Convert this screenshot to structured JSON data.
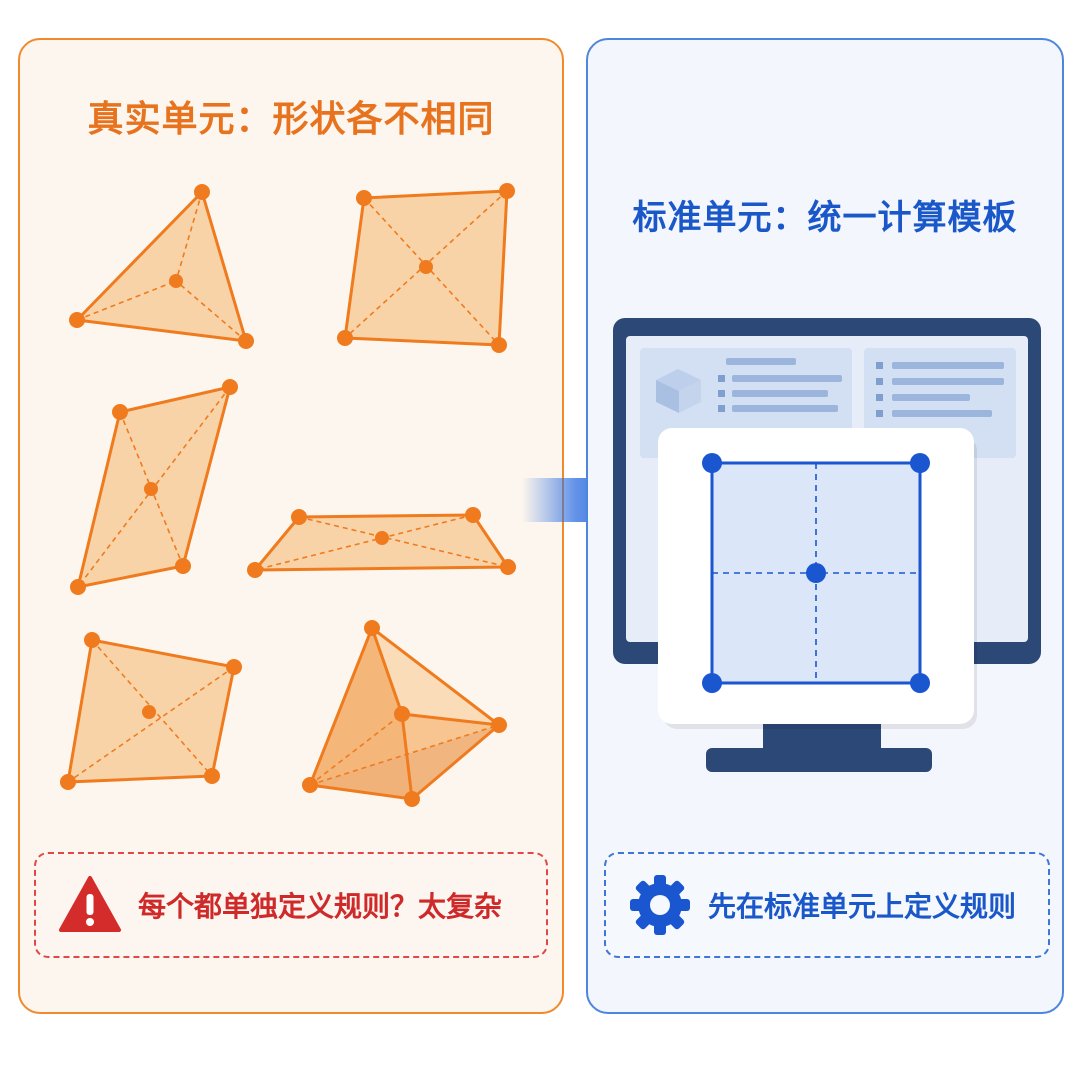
{
  "left_panel": {
    "title": "真实单元：形状各不相同",
    "warning_text": "每个都单独定义规则？太复杂",
    "warning_icon": "warning-triangle-icon"
  },
  "right_panel": {
    "title": "标准单元：统一计算模板",
    "info_text": "先在标准单元上定义规则",
    "info_icon": "gear-icon"
  },
  "colors": {
    "orange_accent": "#f08a2c",
    "orange_fill": "#f9cfa0",
    "blue_accent": "#1a58c9",
    "warning_red": "#cf2a2a"
  }
}
